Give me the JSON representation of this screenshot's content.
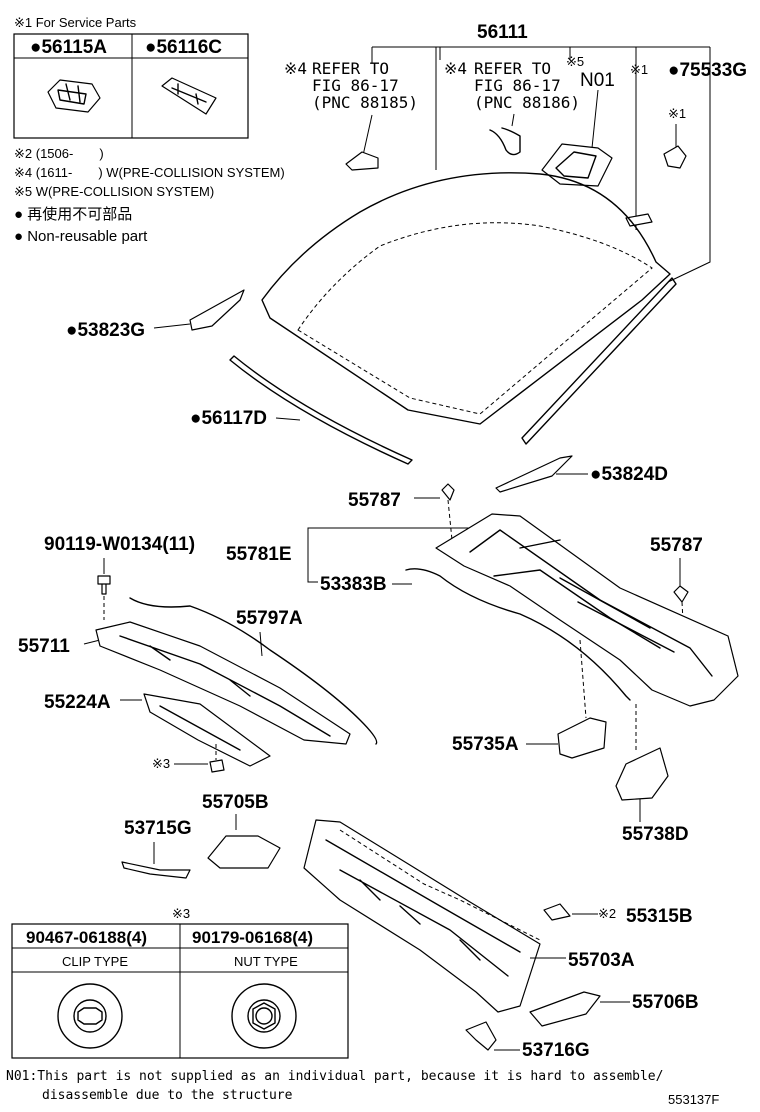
{
  "service_parts_box": {
    "note": "※1 For Service Parts",
    "items": [
      "●56115A",
      "●56116C"
    ]
  },
  "notes": {
    "n2": "※2 (1506-　　)",
    "n4": "※4 (1611-　　) W(PRE-COLLISION SYSTEM)",
    "n5": "※5 W(PRE-COLLISION SYSTEM)",
    "legend_jp": "● 再使用不可部品",
    "legend_en": "● Non-reusable part"
  },
  "references": [
    {
      "marker": "※4",
      "lines": [
        "REFER TO",
        "FIG 86-17",
        "(PNC 88185)"
      ]
    },
    {
      "marker": "※4",
      "lines": [
        "REFER TO",
        "FIG 86-17",
        "(PNC 88186)"
      ]
    }
  ],
  "callouts": {
    "p56111": "56111",
    "n5mark": "※5",
    "n01": "N01",
    "mark1a": "※1",
    "mark1b": "※1",
    "p75533G": "●75533G",
    "p53823G": "●53823G",
    "p56117D": "●56117D",
    "p53824D": "●53824D",
    "p55787a": "55787",
    "p55787b": "55787",
    "p90119": "90119-W0134(11)",
    "p55781E": "55781E",
    "p53383B": "53383B",
    "p55711": "55711",
    "p55797A": "55797A",
    "p55224A": "55224A",
    "mark3": "※3",
    "p55735A": "55735A",
    "p55738D": "55738D",
    "p53715G": "53715G",
    "p55705B": "55705B",
    "mark2": "※2",
    "p55315B": "55315B",
    "p55703A": "55703A",
    "p55706B": "55706B",
    "p53716G": "53716G"
  },
  "clip_table": {
    "marker": "※3",
    "headers": [
      "90467-06188(4)",
      "90179-06168(4)"
    ],
    "types": [
      "CLIP TYPE",
      "NUT TYPE"
    ]
  },
  "footnote": {
    "line1": "N01:This part is not supplied as an individual part,  because it is hard to assemble/",
    "line2": "disassemble due to the structure"
  },
  "figure_id": "553137F"
}
